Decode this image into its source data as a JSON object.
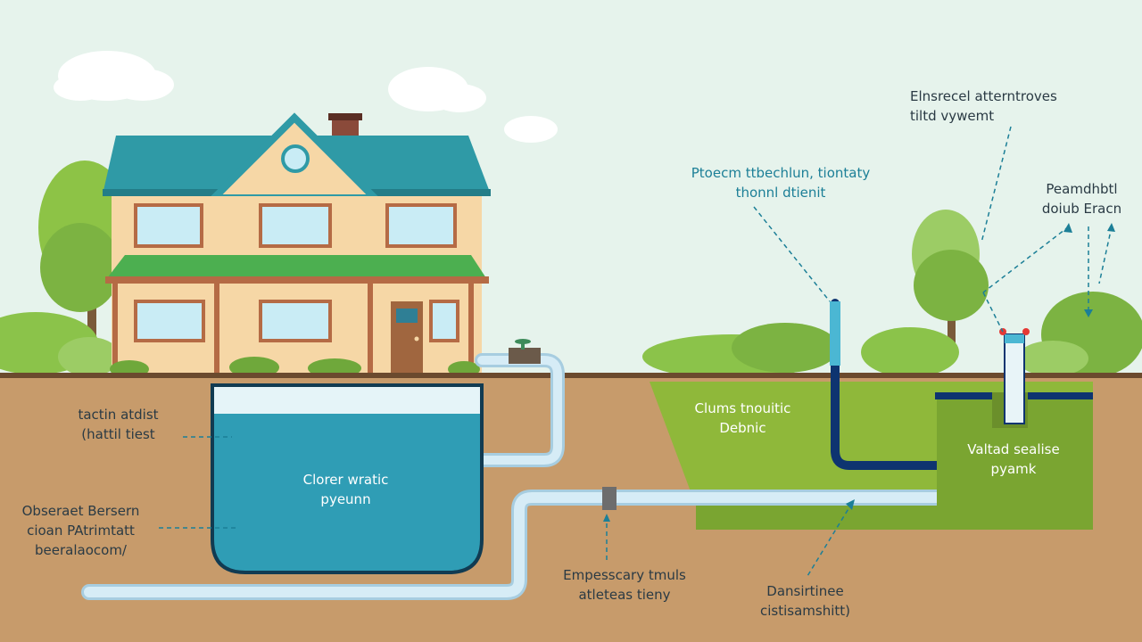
{
  "colors": {
    "sky": "#e6f3ec",
    "soil": "#c79b6b",
    "grass": "#8fb83a",
    "water": "#2f9db5",
    "pipe": "#d6ecf6",
    "roof": "#2f9aa6",
    "wall": "#f6d7a6",
    "label_text": "#2a3a44",
    "accent_label": "#1c7f97"
  },
  "labels": {
    "left_upper": {
      "line1": "tactin atdist",
      "line2": "(hattil tiest"
    },
    "left_lower": {
      "line1": "Obseraet Bersern",
      "line2": "cioan PAtrimtatt",
      "line3": "beeralaocom/"
    },
    "tank": {
      "line1": "Clorer wratic",
      "line2": "pyeunn"
    },
    "field": {
      "line1": "Clums tnouitic",
      "line2": "Debnic"
    },
    "well_box": {
      "line1": "Valtad sealise",
      "line2": "pyamk"
    },
    "top_center": {
      "line1": "Ptoecm ttbechlun, tiontaty",
      "line2": "thonnl dtienit"
    },
    "top_right": {
      "line1": "Elnsrecel atterntroves",
      "line2": "tiltd vywemt"
    },
    "right_side": {
      "line1": "Peamdhbtl",
      "line2": "doiub Eracn"
    },
    "bottom_center": {
      "line1": "Empesscary tmuls",
      "line2": "atleteas tieny"
    },
    "bottom_right": {
      "line1": "Dansirtinee",
      "line2": "cistisamshitt)"
    }
  }
}
